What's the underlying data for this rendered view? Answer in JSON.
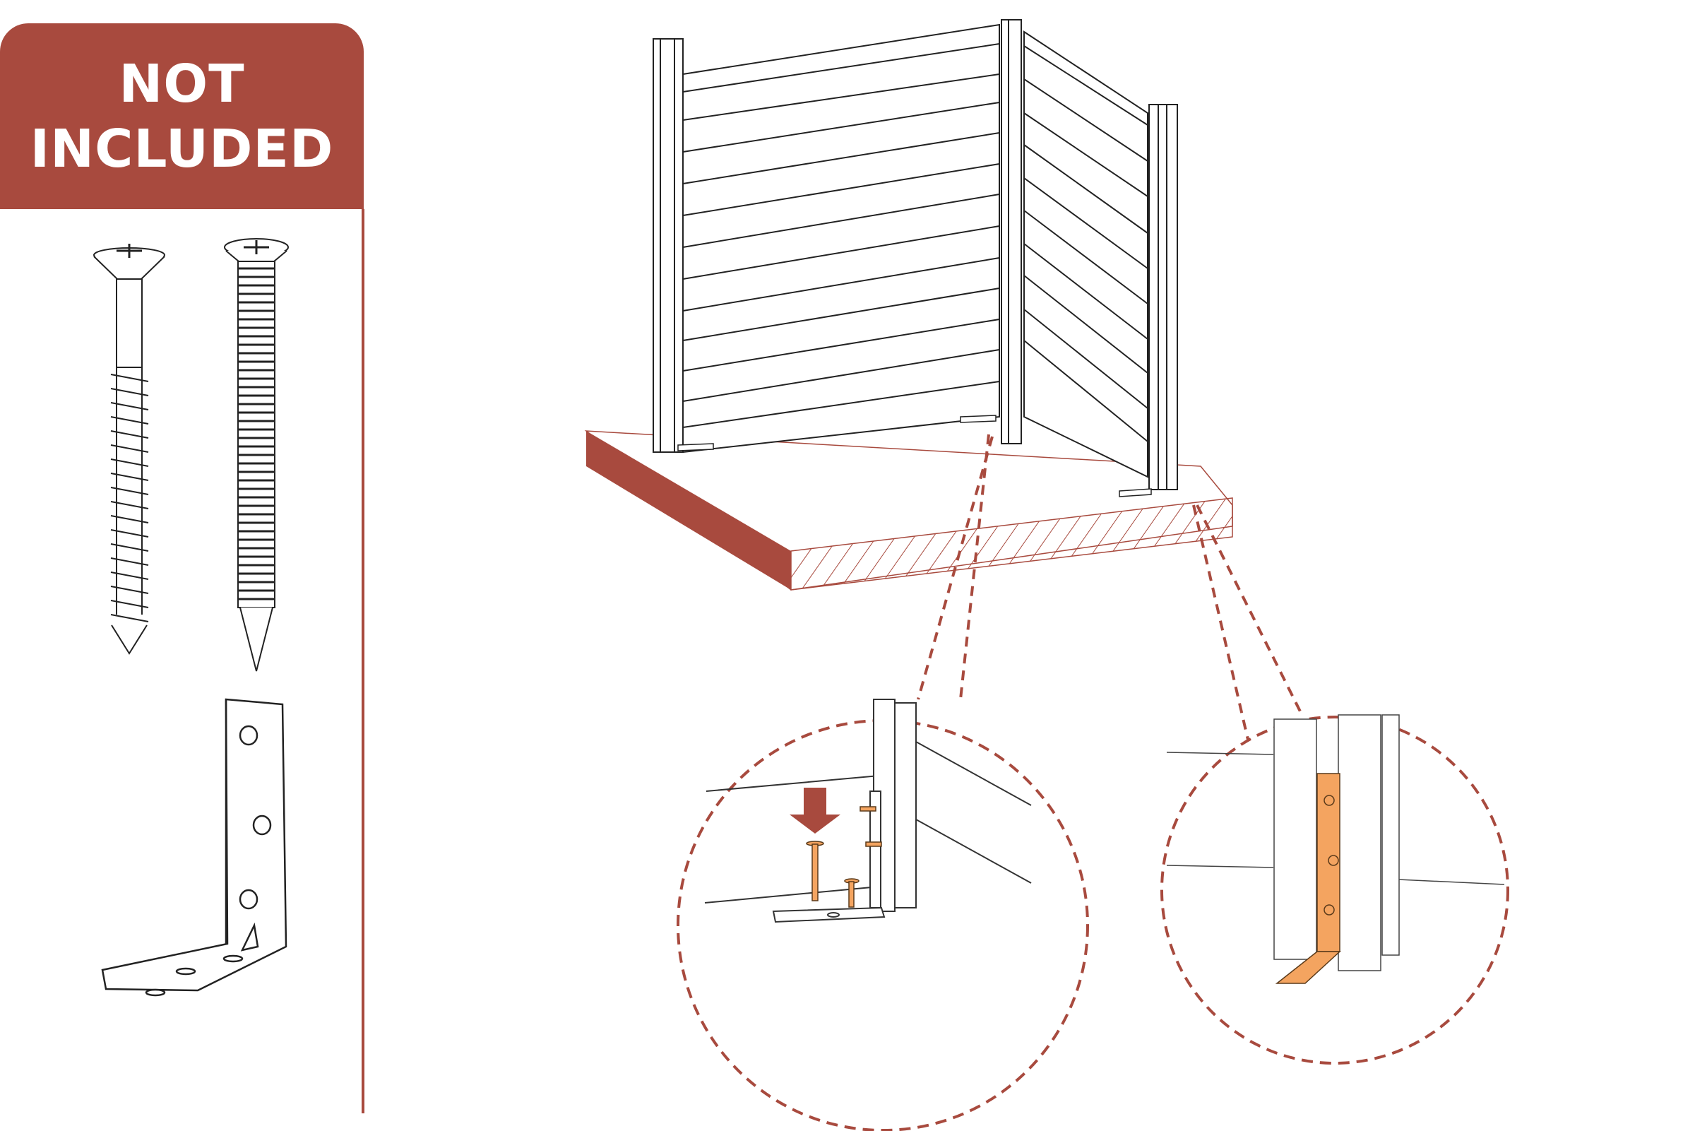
{
  "not_included_panel": {
    "title_line1": "NOT",
    "title_line2": "INCLUDED",
    "items": [
      {
        "name": "wood-screw-partial-thread",
        "type": "screw"
      },
      {
        "name": "machine-screw-full-thread",
        "type": "screw"
      },
      {
        "name": "l-bracket",
        "type": "bracket",
        "holes": 6
      }
    ]
  },
  "main_illustration": {
    "subject": "corner privacy screen (two panels) on a slab",
    "left_panel_slats": 12,
    "right_panel_slats": 12,
    "posts": 3
  },
  "detail_callouts": [
    {
      "name": "detail-bracket-screwing",
      "description": "bracket fixed to slab with screws, arrow down"
    },
    {
      "name": "detail-bracket-installed",
      "description": "orange bracket installed at post base"
    }
  ],
  "colors": {
    "accent": "#a84a3e",
    "highlight": "#f4a460",
    "line": "#222222",
    "background": "#ffffff"
  }
}
